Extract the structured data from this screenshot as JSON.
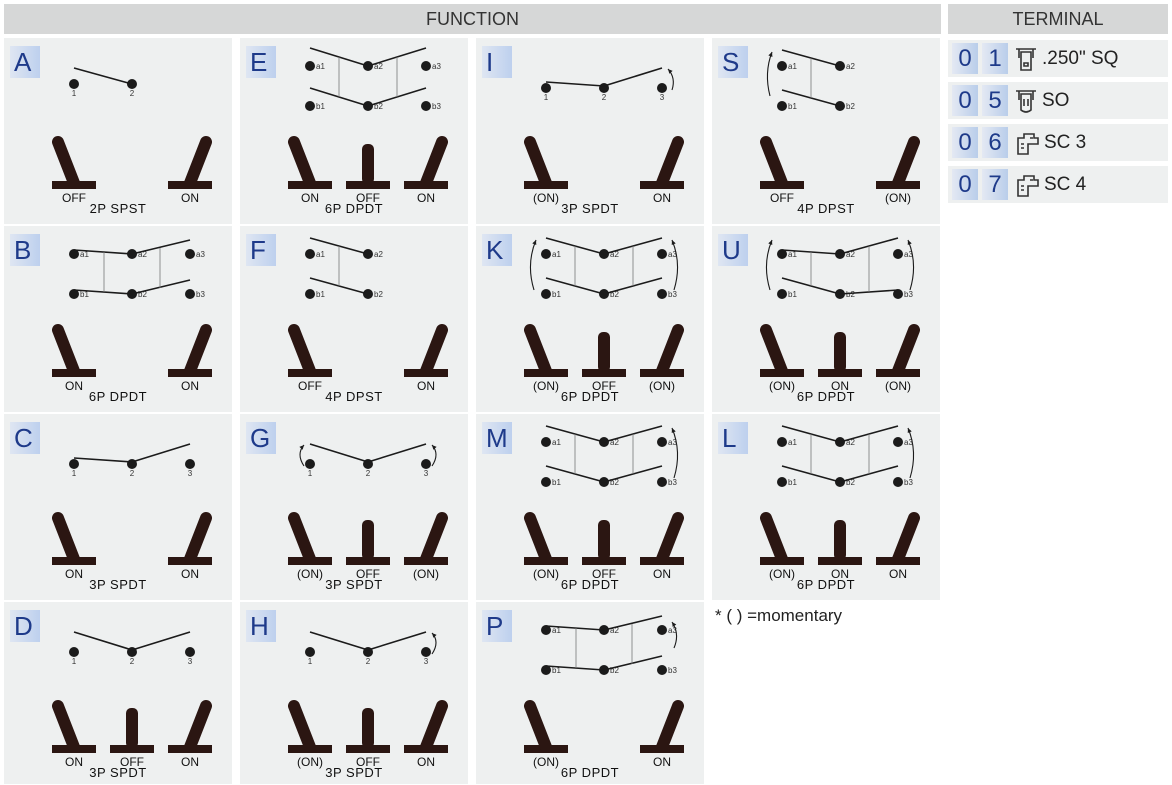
{
  "headers": {
    "function": "FUNCTION",
    "terminal": "TERMINAL"
  },
  "cells": {
    "A": {
      "letter": "A",
      "type": "A",
      "labels": [
        "OFF",
        "ON"
      ],
      "name": "2P SPST"
    },
    "E": {
      "letter": "E",
      "type": "E",
      "labels": [
        "ON",
        "OFF",
        "ON"
      ],
      "name": "6P DPDT"
    },
    "I": {
      "letter": "I",
      "type": "I",
      "labels": [
        "(ON)",
        "ON"
      ],
      "name": "3P SPDT"
    },
    "S": {
      "letter": "S",
      "type": "S",
      "labels": [
        "OFF",
        "(ON)"
      ],
      "name": "4P DPST"
    },
    "B": {
      "letter": "B",
      "type": "B",
      "labels": [
        "ON",
        "ON"
      ],
      "name": "6P DPDT"
    },
    "F": {
      "letter": "F",
      "type": "F",
      "labels": [
        "OFF",
        "ON"
      ],
      "name": "4P DPST"
    },
    "K": {
      "letter": "K",
      "type": "K",
      "labels": [
        "(ON)",
        "OFF",
        "(ON)"
      ],
      "name": "6P DPDT"
    },
    "U": {
      "letter": "U",
      "type": "U",
      "labels": [
        "(ON)",
        "ON",
        "(ON)"
      ],
      "name": "6P DPDT"
    },
    "C": {
      "letter": "C",
      "type": "C",
      "labels": [
        "ON",
        "ON"
      ],
      "name": "3P SPDT"
    },
    "G": {
      "letter": "G",
      "type": "G",
      "labels": [
        "(ON)",
        "OFF",
        "(ON)"
      ],
      "name": "3P SPDT"
    },
    "M": {
      "letter": "M",
      "type": "M",
      "labels": [
        "(ON)",
        "OFF",
        "ON"
      ],
      "name": "6P DPDT"
    },
    "L": {
      "letter": "L",
      "type": "L",
      "labels": [
        "(ON)",
        "ON",
        "ON"
      ],
      "name": "6P DPDT"
    },
    "D": {
      "letter": "D",
      "type": "D",
      "labels": [
        "ON",
        "OFF",
        "ON"
      ],
      "name": "3P SPDT"
    },
    "H": {
      "letter": "H",
      "type": "H",
      "labels": [
        "(ON)",
        "OFF",
        "ON"
      ],
      "name": "3P SPDT"
    },
    "P": {
      "letter": "P",
      "type": "P",
      "labels": [
        "(ON)",
        "ON"
      ],
      "name": "6P DPDT"
    }
  },
  "terminals": [
    {
      "d1": "0",
      "d2": "1",
      "icon": "quick-connect-terminal-icon",
      "label": ".250\" SQ"
    },
    {
      "d1": "0",
      "d2": "5",
      "icon": "solder-lug-terminal-icon",
      "label": "SO"
    },
    {
      "d1": "0",
      "d2": "6",
      "icon": "screw-terminal-icon",
      "label": "SC 3"
    },
    {
      "d1": "0",
      "d2": "7",
      "icon": "screw-terminal-icon",
      "label": "SC 4"
    }
  ],
  "note": "* (  ) =momentary",
  "colors": {
    "toggle": "#2b1612",
    "panel": "#eef0f0",
    "letter_text": "#1e3a8a"
  }
}
